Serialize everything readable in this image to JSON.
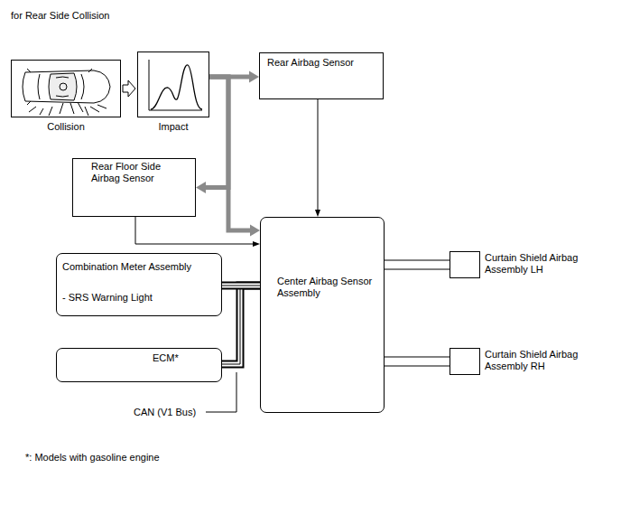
{
  "diagram": {
    "title": "for Rear Side Collision",
    "nodes": [
      {
        "text": [
          "Collision"
        ]
      },
      {
        "text": [
          "Impact"
        ]
      },
      {
        "text": [
          "Rear Airbag Sensor"
        ]
      },
      {
        "text": [
          "Rear Floor Side Airbag Sensor"
        ]
      },
      {
        "text": [
          "Combination Meter Assembly",
          "- SRS Warning Light"
        ]
      },
      {
        "text": [
          "ECM*"
        ]
      },
      {
        "text": [
          "Center Airbag Sensor Assembly"
        ]
      },
      {
        "text": [
          "Curtain Shield Airbag Assembly LH"
        ]
      },
      {
        "text": [
          "Curtain Shield Airbag Assembly RH"
        ]
      }
    ],
    "edges": [
      {
        "from": 0,
        "to": 1,
        "arrow": "to"
      },
      {
        "from": 1,
        "to": 2,
        "arrow": "to"
      },
      {
        "from": 1,
        "to": 3,
        "arrow": "to"
      },
      {
        "from": 1,
        "to": 6,
        "arrow": "to"
      },
      {
        "from": 2,
        "to": 6,
        "arrow": "to"
      },
      {
        "from": 3,
        "to": 6,
        "arrow": "to"
      },
      {
        "from": 4,
        "to": 6,
        "arrow": "none"
      },
      {
        "from": 5,
        "to": 6,
        "arrow": "none"
      },
      {
        "from": 6,
        "to": 7,
        "arrow": "to"
      },
      {
        "from": 6,
        "to": 8,
        "arrow": "to"
      }
    ],
    "labels": [
      "CAN (V1 Bus)",
      "*: Models with gasoline engine"
    ]
  }
}
